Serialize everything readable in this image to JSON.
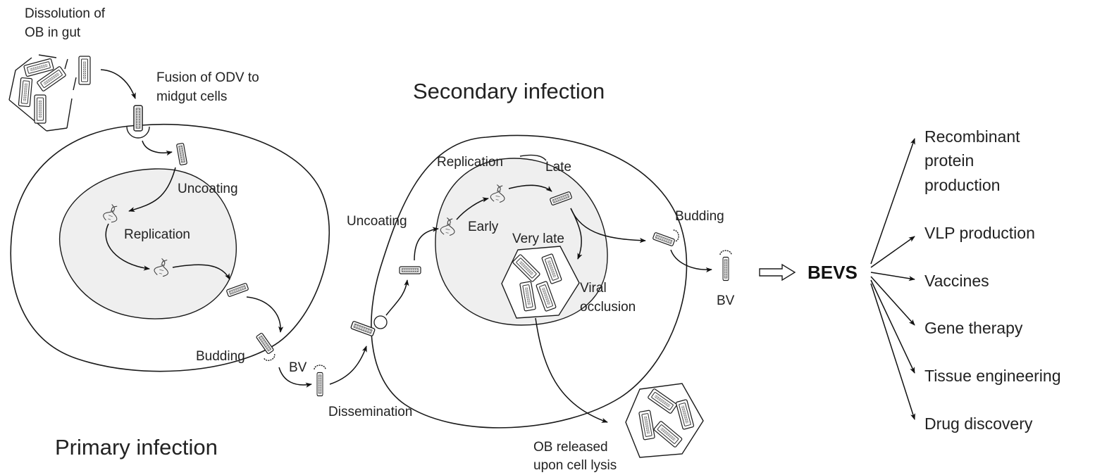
{
  "labels": {
    "dissolution": [
      "Dissolution of",
      "OB in gut"
    ],
    "fusion": [
      "Fusion of ODV to",
      "midgut cells"
    ],
    "secondary_infection": "Secondary infection",
    "primary_infection": "Primary infection",
    "uncoating_1": "Uncoating",
    "replication_1": "Replication",
    "budding_1": "Budding",
    "bv_1": "BV",
    "dissemination": "Dissemination",
    "uncoating_2": "Uncoating",
    "replication_2": "Replication",
    "late": "Late",
    "early": "Early",
    "very_late": "Very late",
    "viral_occlusion": [
      "Viral",
      "occlusion"
    ],
    "budding_2": "Budding",
    "bv_2": "BV",
    "ob_released": [
      "OB released",
      "upon cell lysis"
    ],
    "bevs": "BEVS"
  },
  "applications": [
    [
      "Recombinant",
      "protein",
      "production"
    ],
    [
      "VLP production"
    ],
    [
      "Vaccines"
    ],
    [
      "Gene therapy"
    ],
    [
      "Tissue engineering"
    ],
    [
      "Drug discovery"
    ]
  ],
  "colors": {
    "line": "#1a1a1a",
    "nucleus_fill": "#efefef",
    "background": "#ffffff"
  }
}
